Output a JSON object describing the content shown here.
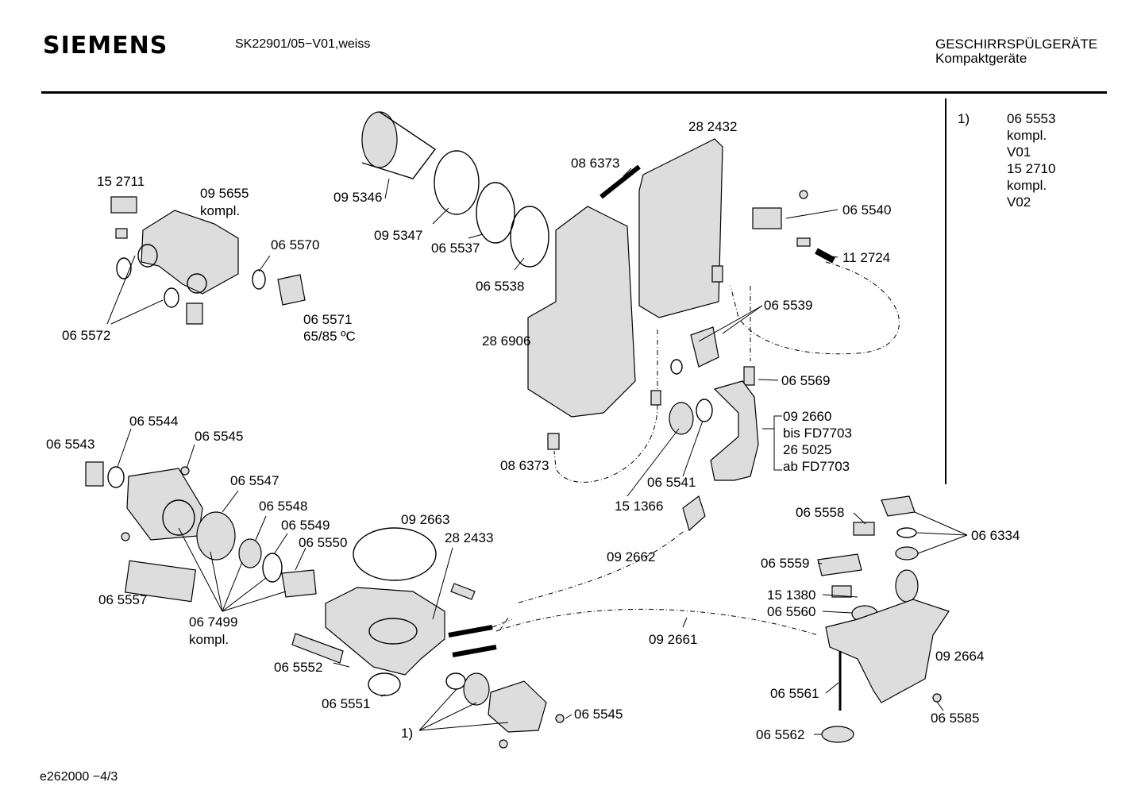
{
  "header": {
    "brand": "SIEMENS",
    "model": "SK22901/05−V01,weiss",
    "category_line1": "GESCHIRRSPÜLGERÄTE",
    "category_line2": "Kompaktgeräte"
  },
  "footnote": {
    "marker": "1)",
    "lines": [
      "06 5553",
      "kompl.",
      "V01",
      "15 2710",
      "kompl.",
      "V02"
    ]
  },
  "footer": "e262000   −4/3",
  "labels": [
    "15 2711",
    "09 5655",
    "kompl.",
    "06 5570",
    "06 5571",
    "65/85 ºC",
    "06 5572",
    "09 5346",
    "09 5347",
    "06 5537",
    "06 5538",
    "28 6906",
    "08 6373",
    "28 2432",
    "06 5540",
    "11 2724",
    "06 5539",
    "06 5569",
    "09 2660",
    "bis FD7703",
    "26 5025",
    "ab FD7703",
    "08 6373",
    "06 5541",
    "15 1366",
    "06 5543",
    "06 5544",
    "06 5545",
    "06 5547",
    "06 5548",
    "06 5549",
    "06 5550",
    "09 2663",
    "28 2433",
    "06 5557",
    "06 7499",
    "kompl.",
    "06 5552",
    "06 5551",
    "1)",
    "06 5545",
    "09 2662",
    "09 2661",
    "06 5558",
    "06 6334",
    "06 5559",
    "15 1380",
    "06 5560",
    "09 2664",
    "06 5561",
    "06 5585",
    "06 5562"
  ]
}
